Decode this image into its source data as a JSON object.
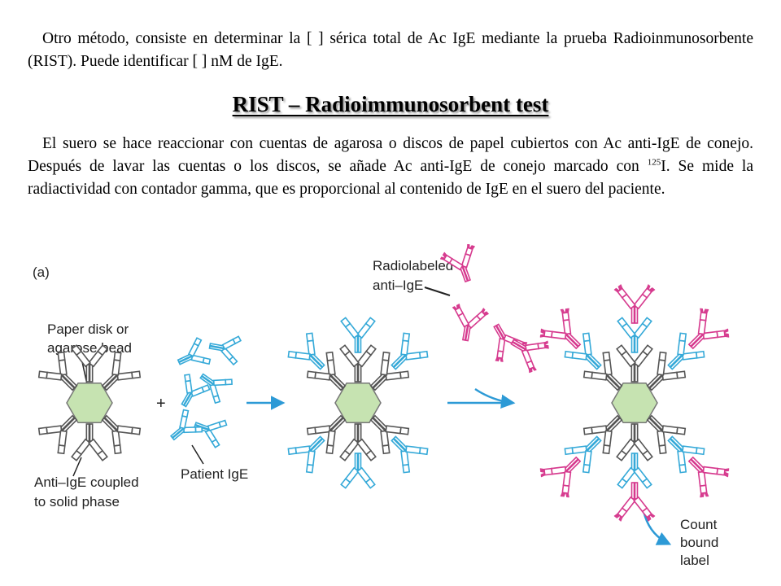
{
  "paragraph1": "Otro método, consiste en determinar la [ ] sérica total de Ac IgE mediante la prueba Radioinmunosorbente (RIST). Puede identificar [ ] nM de IgE.",
  "title": "RIST – Radioimmunosorbent test",
  "paragraph2": {
    "before": "El suero se hace reaccionar con cuentas de agarosa o discos de papel cubiertos con Ac anti-IgE de conejo. Después de lavar las cuentas o los discos, se añade Ac anti-IgE de conejo marcado con ",
    "superscript": "125",
    "after": "I. Se mide la radiactividad con contador gamma, que es proporcional al contenido de IgE en el suero del paciente."
  },
  "figure": {
    "panel_label": "(a)",
    "paper_disk": [
      "Paper disk or",
      "agarose bead"
    ],
    "anti_ige_coupled": [
      "Anti–IgE coupled",
      "to solid phase"
    ],
    "plus": "+",
    "patient_ige": "Patient IgE",
    "radiolabeled": [
      "Radiolabeled",
      "anti–IgE"
    ],
    "count_bound": [
      "Count",
      "bound",
      "label"
    ],
    "colors": {
      "hexagon_fill": "#c6e3b1",
      "hexagon_stroke": "#777777",
      "antibody_white": "#ffffff",
      "patient_ige": "#35a9d8",
      "radiolabeled": "#d63a8e",
      "arrow": "#2d9ad6",
      "outline": "#555555"
    }
  }
}
